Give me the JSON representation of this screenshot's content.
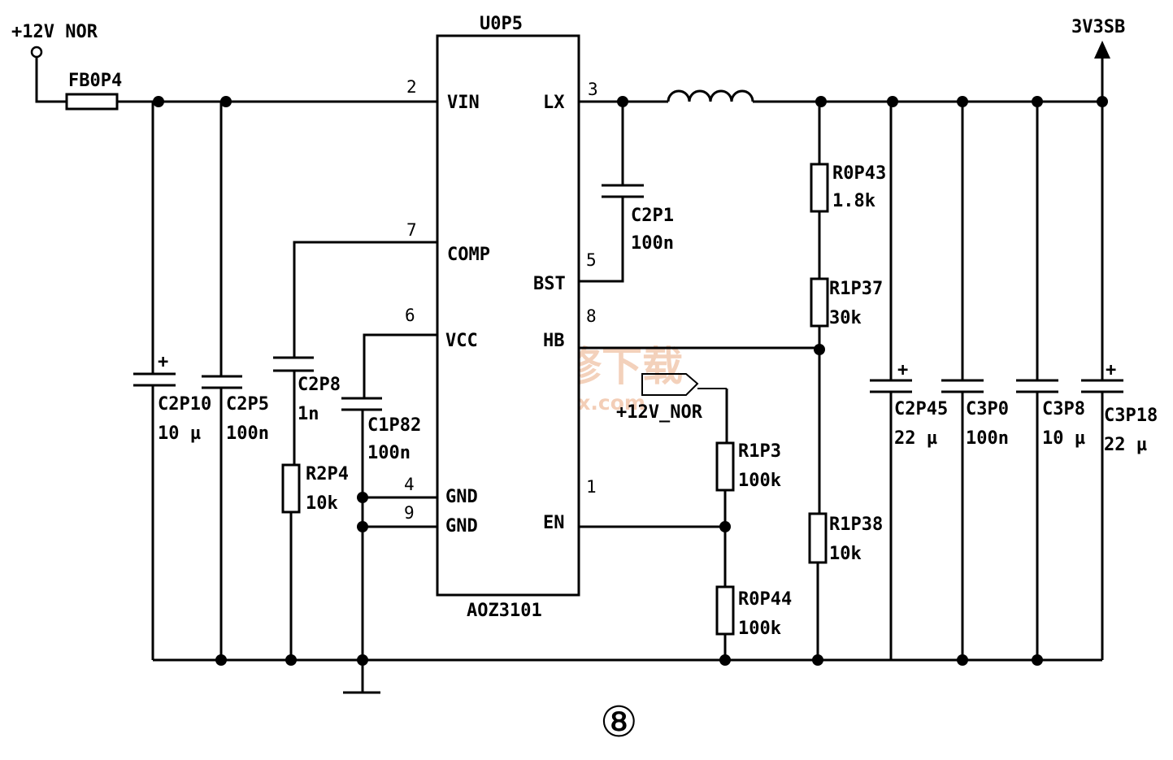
{
  "ic": {
    "ref": "U0P5",
    "part": "AOZ3101"
  },
  "pins": {
    "vin": {
      "name": "VIN",
      "num": "2"
    },
    "comp": {
      "name": "COMP",
      "num": "7"
    },
    "vcc": {
      "name": "VCC",
      "num": "6"
    },
    "gnd4": {
      "name": "GND",
      "num": "4"
    },
    "gnd9": {
      "name": "GND",
      "num": "9"
    },
    "lx": {
      "name": "LX",
      "num": "3"
    },
    "bst": {
      "name": "BST",
      "num": "5"
    },
    "hb": {
      "name": "HB",
      "num": "8"
    },
    "en": {
      "name": "EN",
      "num": "1"
    }
  },
  "nets": {
    "input": "+12V NOR",
    "output": "3V3SB",
    "en_pullup": "+12V_NOR"
  },
  "fuse": {
    "ref": "FB0P4"
  },
  "capacitors": {
    "c2p10": {
      "ref": "C2P10",
      "value": "10 µ"
    },
    "c2p5": {
      "ref": "C2P5",
      "value": "100n"
    },
    "c2p8": {
      "ref": "C2P8",
      "value": "1n"
    },
    "c1p82": {
      "ref": "C1P82",
      "value": "100n"
    },
    "c2p1": {
      "ref": "C2P1",
      "value": "100n"
    },
    "c2p45": {
      "ref": "C2P45",
      "value": "22 µ"
    },
    "c3p0": {
      "ref": "C3P0",
      "value": "100n"
    },
    "c3p8": {
      "ref": "C3P8",
      "value": "10 µ"
    },
    "c3p18": {
      "ref": "C3P18",
      "value": "22 µ"
    }
  },
  "resistors": {
    "r2p4": {
      "ref": "R2P4",
      "value": "10k"
    },
    "r0p43": {
      "ref": "R0P43",
      "value": "1.8k"
    },
    "r1p37": {
      "ref": "R1P37",
      "value": "30k"
    },
    "r1p38": {
      "ref": "R1P38",
      "value": "10k"
    },
    "r1p3": {
      "ref": "R1P3",
      "value": "100k"
    },
    "r0p44": {
      "ref": "R0P44",
      "value": "100k"
    }
  },
  "polarity_mark": "+",
  "watermark": {
    "cn": "精通维修下载",
    "url": "www.gzweix.com"
  },
  "figure_number": "⑧"
}
